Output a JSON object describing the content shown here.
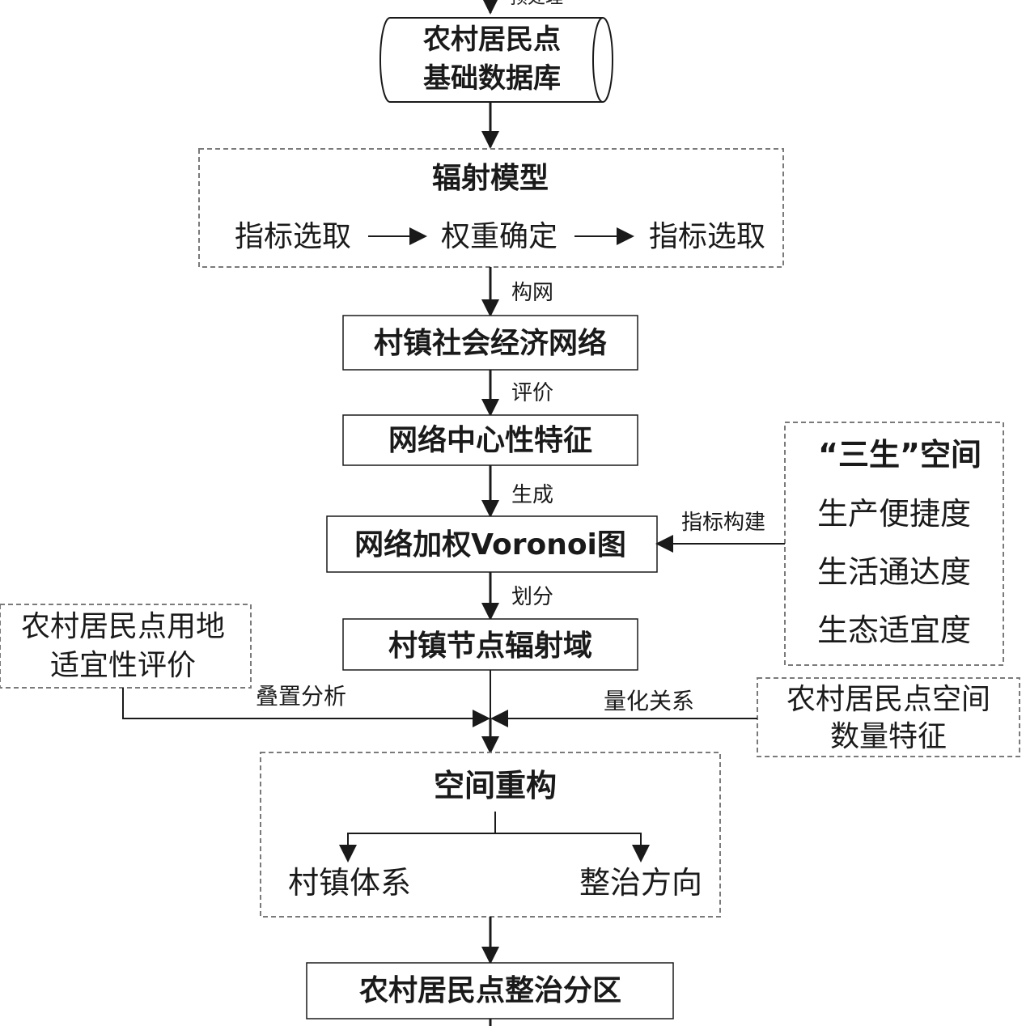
{
  "top_label": "预处理",
  "database": {
    "line1": "农村居民点",
    "line2": "基础数据库"
  },
  "radiation_model": {
    "title": "辐射模型",
    "step1": "指标选取",
    "step2": "权重确定",
    "step3": "指标选取"
  },
  "edge_labels": {
    "build_network": "构网",
    "evaluate": "评价",
    "generate": "生成",
    "divide": "划分",
    "overlay": "叠置分析",
    "quantify": "量化关系",
    "index_build": "指标构建"
  },
  "nodes": {
    "socio_economic_network": "村镇社会经济网络",
    "network_centrality": "网络中心性特征",
    "weighted_voronoi": "网络加权Voronoi图",
    "radiation_domain": "村镇节点辐射域",
    "final_zoning": "农村居民点整治分区"
  },
  "three_life": {
    "title": "“三生”空间",
    "item1": "生产便捷度",
    "item2": "生活通达度",
    "item3": "生态适宜度"
  },
  "suitability": {
    "line1": "农村居民点用地",
    "line2": "适宜性评价"
  },
  "spatial_quantity": {
    "line1": "农村居民点空间",
    "line2": "数量特征"
  },
  "spatial_restructure": {
    "title": "空间重构",
    "left": "村镇体系",
    "right": "整治方向"
  },
  "colors": {
    "line": "#1a1a1a",
    "dashed_border": "#7a7a7a",
    "background": "#ffffff"
  }
}
